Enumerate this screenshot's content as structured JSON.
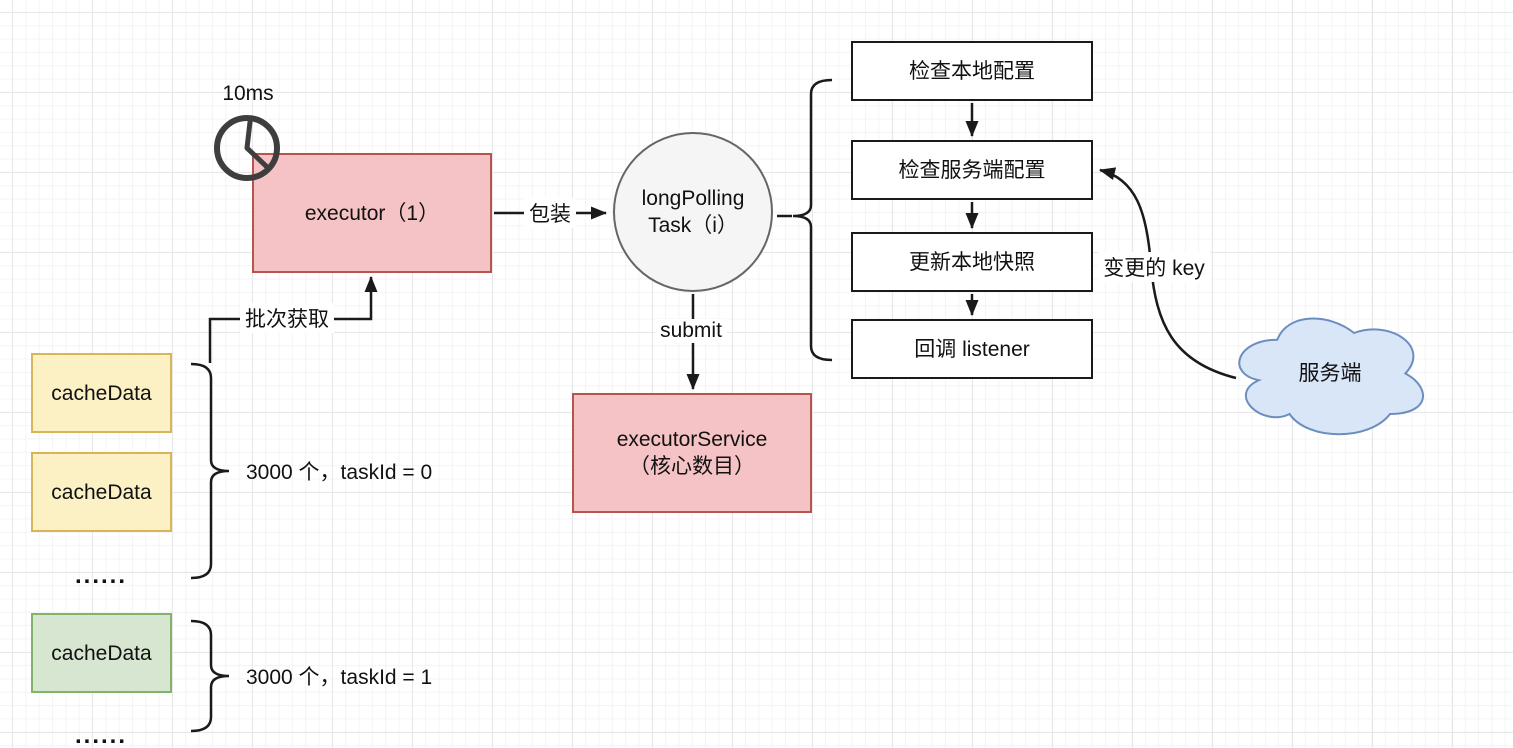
{
  "diagram": {
    "colors": {
      "pink_fill": "#f5c3c5",
      "red_border": "#b85450",
      "yellow_fill": "#fcf1c5",
      "yellow_border": "#d6b656",
      "green_fill": "#d7e6d0",
      "green_border": "#82b366",
      "blue_fill": "#d9e6f8",
      "blue_border": "#6c8ebf",
      "gray_fill": "#f5f5f5",
      "gray_border": "#666666",
      "line_color": "#1a1a1a",
      "clock_color": "#3e3e3e"
    },
    "timer": {
      "label": "10ms"
    },
    "executor": {
      "label": "executor（1）"
    },
    "task_circle": {
      "line1": "longPolling",
      "line2": "Task（i）"
    },
    "executor_service": {
      "line1": "executorService",
      "line2": "（核心数目）"
    },
    "edges": {
      "wrap": "包装",
      "submit": "submit",
      "batch_fetch": "批次获取",
      "changed_key": "变更的 key"
    },
    "steps": [
      "检查本地配置",
      "检查服务端配置",
      "更新本地快照",
      "回调 listener"
    ],
    "cloud": {
      "label": "服务端"
    },
    "cache_groups": [
      {
        "box_labels": [
          "cacheData",
          "cacheData"
        ],
        "ellipsis": "......",
        "annotation": "3000 个，taskId = 0"
      },
      {
        "box_labels": [
          "cacheData"
        ],
        "ellipsis": "......",
        "annotation": "3000 个，taskId = 1"
      }
    ]
  }
}
